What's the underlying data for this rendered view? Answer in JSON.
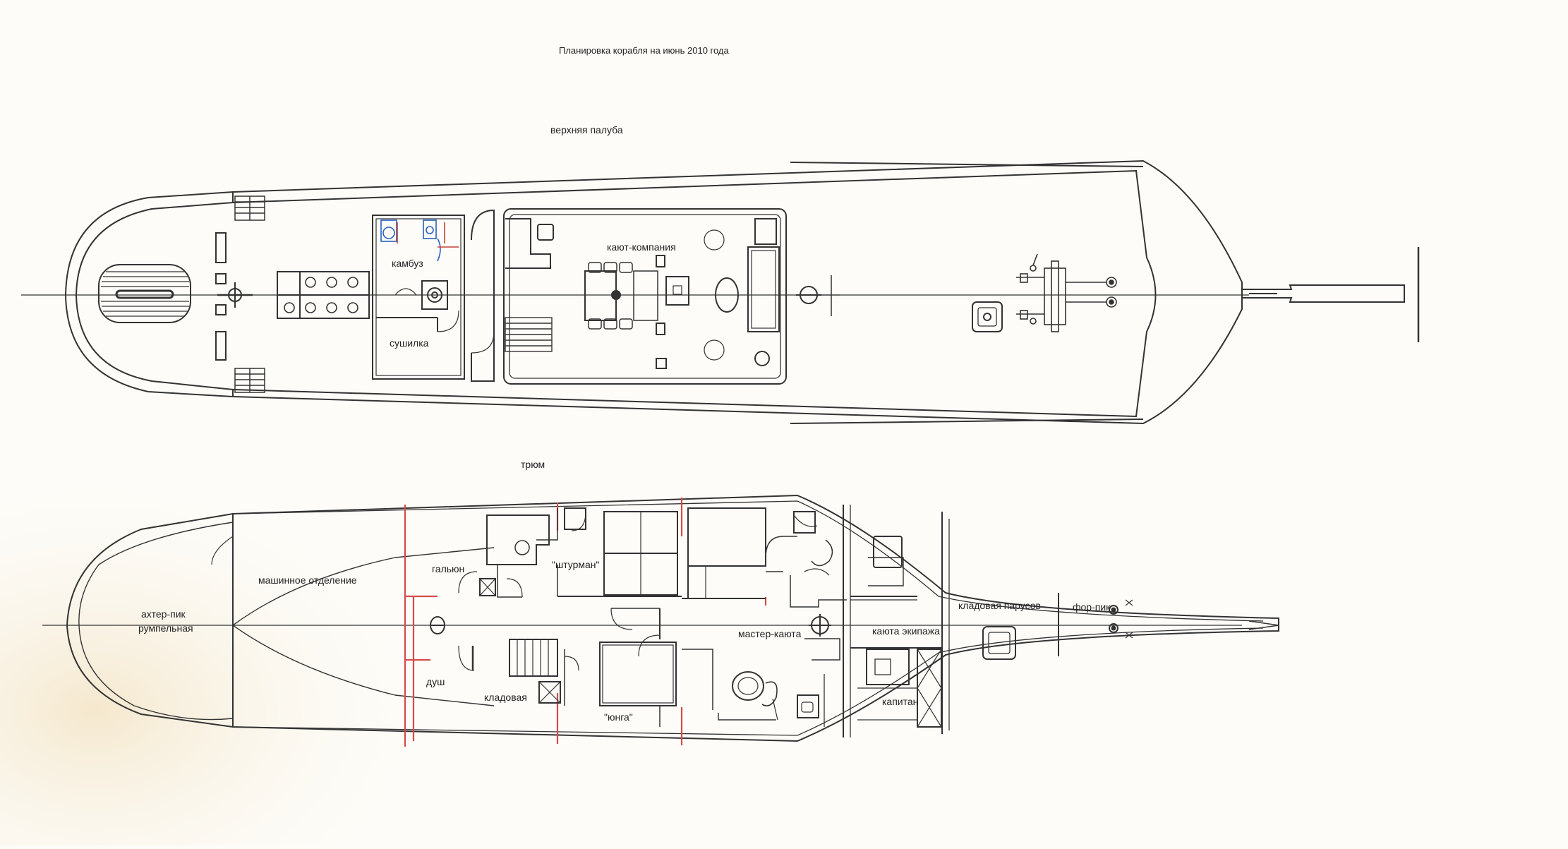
{
  "title": "Планировка корабля на июнь 2010 года",
  "upper_deck": {
    "heading": "верхняя палуба",
    "rooms": {
      "galley": "камбуз",
      "dryer": "сушилка",
      "saloon": "кают-компания"
    }
  },
  "hold": {
    "heading": "трюм",
    "rooms": {
      "engine_room": "машинное отделение",
      "aft_peak": "ахтер-пик",
      "steering": "румпельная",
      "head": "гальюн",
      "shower": "душ",
      "pantry": "кладовая",
      "navigator": "\"штурман\"",
      "cabin_boy": "\"юнга\"",
      "master_cabin": "мастер-каюта",
      "crew_cabin": "каюта экипажа",
      "captain": "капитан",
      "sail_store": "кладовая парусов",
      "fore_peak": "фор-пик"
    }
  },
  "colors": {
    "line": "#333333",
    "accent_partition": "#d64a4a",
    "background": "#fdfcf8"
  }
}
